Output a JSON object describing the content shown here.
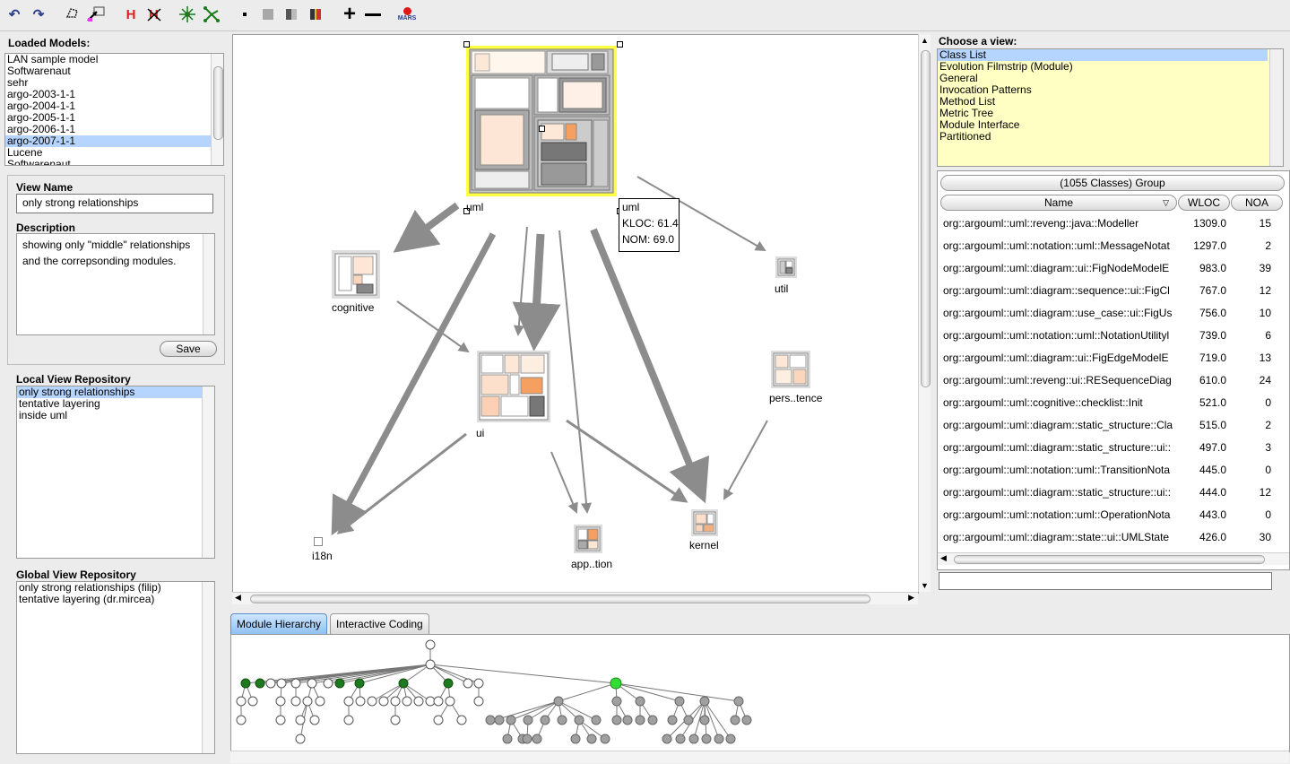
{
  "toolbar": {
    "icons": [
      "undo-icon",
      "redo-icon",
      "lasso-icon",
      "select-arrow-icon",
      "h-icon",
      "h-cross-icon",
      "spread-icon",
      "tree-icon",
      "dot-small-icon",
      "square-grey-icon",
      "square-dark-icon",
      "square-color-icon",
      "plus-icon",
      "minus-icon",
      "mars-icon"
    ],
    "mars_label": "MARS"
  },
  "loaded_models": {
    "title": "Loaded Models:",
    "items": [
      "LAN sample model",
      "Softwarenaut",
      "sehr",
      "argo-2003-1-1",
      "argo-2004-1-1",
      "argo-2005-1-1",
      "argo-2006-1-1",
      "argo-2007-1-1",
      "Lucene",
      "Softwarenaut"
    ],
    "selected": "argo-2007-1-1"
  },
  "view_form": {
    "name_label": "View Name",
    "name_value": "only strong relationships",
    "desc_label": "Description",
    "desc_line1": "showing only \"middle\" relationships",
    "desc_line2": "and the correpsonding modules.",
    "save_label": "Save"
  },
  "local_repo": {
    "title": "Local View Repository",
    "items": [
      "only strong relationships",
      "tentative layering",
      "inside uml"
    ],
    "selected": "only strong relationships"
  },
  "global_repo": {
    "title": "Global View Repository",
    "items": [
      "only strong relationships (filip)",
      "tentative layering (dr.mircea)"
    ]
  },
  "graph": {
    "nodes": {
      "uml": "uml",
      "cognitive": "cognitive",
      "util": "util",
      "ui": "ui",
      "persistence": "pers..tence",
      "i18n": "i18n",
      "application": "app..tion",
      "kernel": "kernel"
    },
    "tooltip": {
      "title": "uml",
      "kloc": "KLOC: 61.4",
      "nom": "NOM: 69.0"
    }
  },
  "views": {
    "title": "Choose a view:",
    "items": [
      "Class List",
      "Evolution Filmstrip (Module)",
      "General",
      "Invocation Patterns",
      "Method List",
      "Metric Tree",
      "Module Interface",
      "Partitioned"
    ],
    "selected": "Class List"
  },
  "class_table": {
    "group_label": "(1055 Classes) Group",
    "col_name": "Name",
    "col_wloc": "WLOC",
    "col_noa": "NOA",
    "rows": [
      {
        "name": "org::argouml::uml::reveng::java::Modeller",
        "wloc": "1309.0",
        "noa": "15"
      },
      {
        "name": "org::argouml::uml::notation::uml::MessageNotat",
        "wloc": "1297.0",
        "noa": "2"
      },
      {
        "name": "org::argouml::uml::diagram::ui::FigNodeModelE",
        "wloc": "983.0",
        "noa": "39"
      },
      {
        "name": "org::argouml::uml::diagram::sequence::ui::FigCl",
        "wloc": "767.0",
        "noa": "12"
      },
      {
        "name": "org::argouml::uml::diagram::use_case::ui::FigUs",
        "wloc": "756.0",
        "noa": "10"
      },
      {
        "name": "org::argouml::uml::notation::uml::NotationUtilityl",
        "wloc": "739.0",
        "noa": "6"
      },
      {
        "name": "org::argouml::uml::diagram::ui::FigEdgeModelE",
        "wloc": "719.0",
        "noa": "13"
      },
      {
        "name": "org::argouml::uml::reveng::ui::RESequenceDiag",
        "wloc": "610.0",
        "noa": "24"
      },
      {
        "name": "org::argouml::uml::cognitive::checklist::Init",
        "wloc": "521.0",
        "noa": "0"
      },
      {
        "name": "org::argouml::uml::diagram::static_structure::Cla",
        "wloc": "515.0",
        "noa": "2"
      },
      {
        "name": "org::argouml::uml::diagram::static_structure::ui::",
        "wloc": "497.0",
        "noa": "3"
      },
      {
        "name": "org::argouml::uml::notation::uml::TransitionNota",
        "wloc": "445.0",
        "noa": "0"
      },
      {
        "name": "org::argouml::uml::diagram::static_structure::ui::",
        "wloc": "444.0",
        "noa": "12"
      },
      {
        "name": "org::argouml::uml::notation::uml::OperationNota",
        "wloc": "443.0",
        "noa": "0"
      },
      {
        "name": "org::argouml::uml::diagram::state::ui::UMLState",
        "wloc": "426.0",
        "noa": "30"
      }
    ],
    "filter_value": ""
  },
  "bottom_tabs": {
    "tab1": "Module Hierarchy",
    "tab2": "Interactive Coding",
    "active": "Module Hierarchy"
  },
  "colors": {
    "selection": "#b5d5ff",
    "view_list_bg": "#ffffc4",
    "highlight_yellow": "#ffff44",
    "module_orange": "#f5a060",
    "tree_dark_green": "#1e7a1e",
    "tree_light_green": "#33dd33",
    "tree_grey": "#a0a0a0"
  }
}
